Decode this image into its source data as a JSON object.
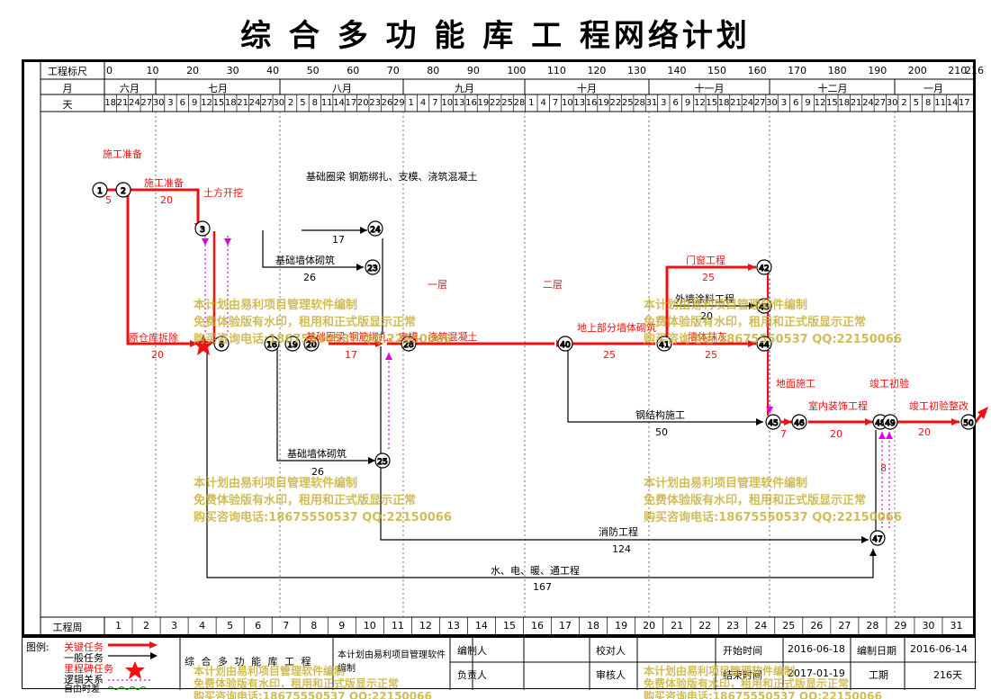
{
  "title": "综 合 多 功 能 库 工 程网络计划",
  "header": {
    "ruler_label": "工程标尺",
    "month_label": "月",
    "day_label": "天",
    "week_label": "工程周",
    "ruler_ticks": [
      "0",
      "10",
      "20",
      "30",
      "40",
      "50",
      "60",
      "70",
      "80",
      "90",
      "100",
      "110",
      "120",
      "130",
      "140",
      "150",
      "160",
      "170",
      "180",
      "190",
      "200",
      "210",
      "216"
    ],
    "months": [
      "六月",
      "七月",
      "八月",
      "九月",
      "十月",
      "十一月",
      "十二月",
      "一月"
    ],
    "days": [
      "18",
      "21",
      "24",
      "27",
      "30",
      "3",
      "6",
      "9",
      "12",
      "15",
      "18",
      "21",
      "24",
      "27",
      "30",
      "2",
      "5",
      "8",
      "11",
      "14",
      "17",
      "20",
      "23",
      "26",
      "29",
      "1",
      "4",
      "7",
      "10",
      "13",
      "16",
      "19",
      "22",
      "25",
      "28",
      "1",
      "4",
      "7",
      "10",
      "13",
      "16",
      "19",
      "22",
      "25",
      "28",
      "31",
      "3",
      "6",
      "9",
      "12",
      "15",
      "18",
      "21",
      "24",
      "27",
      "30",
      "3",
      "6",
      "9",
      "12",
      "15",
      "18",
      "21",
      "24",
      "27",
      "30",
      "2",
      "5",
      "8",
      "11",
      "14",
      "17"
    ],
    "weeks": [
      "1",
      "2",
      "3",
      "4",
      "5",
      "6",
      "7",
      "8",
      "9",
      "10",
      "11",
      "12",
      "13",
      "14",
      "15",
      "16",
      "17",
      "18",
      "19",
      "20",
      "21",
      "22",
      "23",
      "24",
      "25",
      "26",
      "27",
      "28",
      "29",
      "30",
      "31"
    ]
  },
  "tasks": {
    "t_prep": {
      "name": "施工准备",
      "dur": "20"
    },
    "t_demolish": {
      "name": "原仓库拆除",
      "dur": "20"
    },
    "t_wall1": {
      "name": "基础墙体砌筑",
      "dur": "26"
    },
    "t_wall2": {
      "name": "基础墙体砌筑",
      "dur": "26"
    },
    "t_ring1": {
      "name": "基础圈梁 钢筋绑扎、支模、浇筑混凝土",
      "dur": "17"
    },
    "t_ring2": {
      "name": "基础圈梁 钢筋绑扎、支模、浇筑混凝土",
      "dur": "17"
    },
    "t_above": {
      "name": "地上部分墙体砌筑",
      "dur": "25"
    },
    "t_steel": {
      "name": "钢结构施工",
      "dur": "50"
    },
    "t_door": {
      "name": "门窗工程",
      "dur": "25"
    },
    "t_paint": {
      "name": "外墙涂料工程",
      "dur": "20"
    },
    "t_plaster": {
      "name": "墙体抹灰",
      "dur": "25"
    },
    "t_ground": {
      "name": "地面施工",
      "dur": "7"
    },
    "t_interior": {
      "name": "室内装饰工程",
      "dur": "20"
    },
    "t_final": {
      "name": "竣工初验",
      "dur": "8"
    },
    "t_fix": {
      "name": "竣工初验整改",
      "dur": "20"
    },
    "t_fire": {
      "name": "消防工程",
      "dur": "124"
    },
    "t_mep": {
      "name": "水、电、暖、通工程",
      "dur": "167"
    },
    "t_first": {
      "name": "一层",
      "dur": ""
    },
    "t_second": {
      "name": "二层",
      "dur": ""
    },
    "t_soil": {
      "name": "土方开挖",
      "dur": ""
    },
    "t_start": {
      "name": "施工准备",
      "dur": "5"
    }
  },
  "nodes": [
    "1",
    "2",
    "3",
    "6",
    "16",
    "19",
    "20",
    "23",
    "24",
    "25",
    "28",
    "40",
    "41",
    "42",
    "43",
    "44",
    "45",
    "46",
    "48",
    "49",
    "47",
    "50"
  ],
  "legend": {
    "title": "图例:",
    "items": [
      "关键任务",
      "一般任务",
      "里程碑任务",
      "逻辑关系",
      "自由时差"
    ]
  },
  "info": {
    "project": "综 合 多 功 能 库 工 程",
    "note": "本计划由易利项目管理软件编制",
    "editor_label": "编制人",
    "checker_label": "校对人",
    "leader_label": "负责人",
    "reviewer_label": "审核人",
    "start_label": "开始时间",
    "start_value": "2016-06-18",
    "end_label": "结束时间",
    "end_value": "2017-01-19",
    "date_label": "编制日期",
    "date_value": "2016-06-14",
    "period_label": "工期",
    "period_value": "216天"
  },
  "watermark": [
    "本计划由易利项目管理软件编制",
    "免费体验版有水印，租用和正式版显示正常",
    "购买咨询电话:18675550537 QQ:22150066"
  ],
  "colors": {
    "critical": "#ee1111",
    "normal": "#000000",
    "logic": "#e000e0",
    "slack": "#00a000",
    "watermark": "#c4aa28"
  }
}
